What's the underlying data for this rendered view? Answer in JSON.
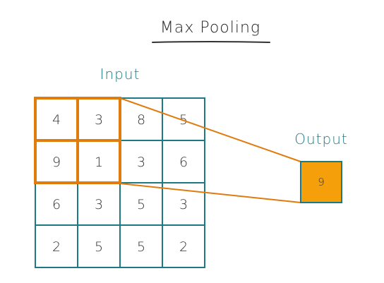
{
  "title": "Max Pooling",
  "input_label": "Input",
  "output_label": "Output",
  "input_grid": [
    [
      "4",
      "3",
      "8",
      "5"
    ],
    [
      "9",
      "1",
      "3",
      "6"
    ],
    [
      "6",
      "3",
      "5",
      "3"
    ],
    [
      "2",
      "5",
      "5",
      "2"
    ]
  ],
  "output_value": "9",
  "colors": {
    "grid": "#1e7a82",
    "label": "#1e7a82",
    "highlight": "#e07b0e",
    "output_fill": "#f5a00a",
    "title": "#222222",
    "underline": "#333333"
  }
}
